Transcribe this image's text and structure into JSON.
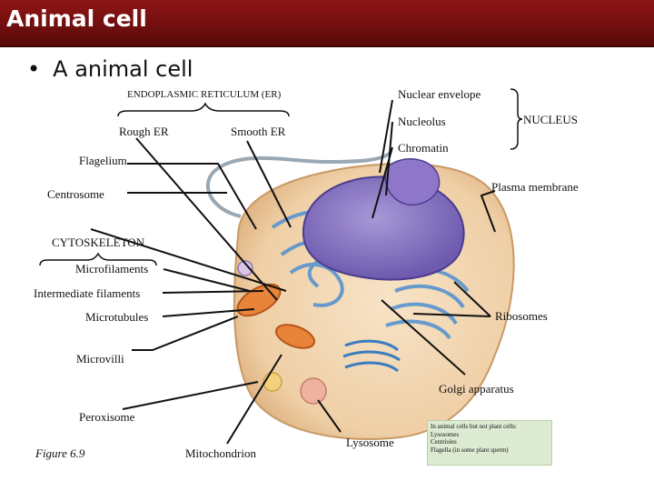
{
  "title": "Animal cell",
  "bullet": "A animal cell",
  "labels": {
    "er": "ENDOPLASMIC RETICULUM (ER)",
    "rough_er": "Rough ER",
    "smooth_er": "Smooth ER",
    "nuclear_envelope": "Nuclear envelope",
    "nucleolus": "Nucleolus",
    "chromatin": "Chromatin",
    "nucleus": "NUCLEUS",
    "flagelium": "Flagelium",
    "centrosome": "Centrosome",
    "plasma_membrane": "Plasma membrane",
    "cytoskeleton": "CYTOSKELETON",
    "microfilaments": "Microfilaments",
    "intermediate_filaments": "Intermediate filaments",
    "microtubules": "Microtubules",
    "ribosomes": "Ribosomes",
    "microvilli": "Microvilli",
    "golgi": "Golgi apparatus",
    "peroxisome": "Peroxisome",
    "figure": "Figure 6.9",
    "mitochondrion": "Mitochondrion",
    "lysosome": "Lysosome"
  },
  "note": {
    "line1": "In animal cells but not plant cells:",
    "line2": "Lysosomes",
    "line3": "Centrioles",
    "line4": "Flagella (in some plant sperm)"
  },
  "colors": {
    "title_bar": "#7a1010",
    "cytoplasm": "#f3d9b8",
    "nucleus": "#8a78c4",
    "er": "#5a9bd6",
    "note_bg": "#dcebd2"
  }
}
